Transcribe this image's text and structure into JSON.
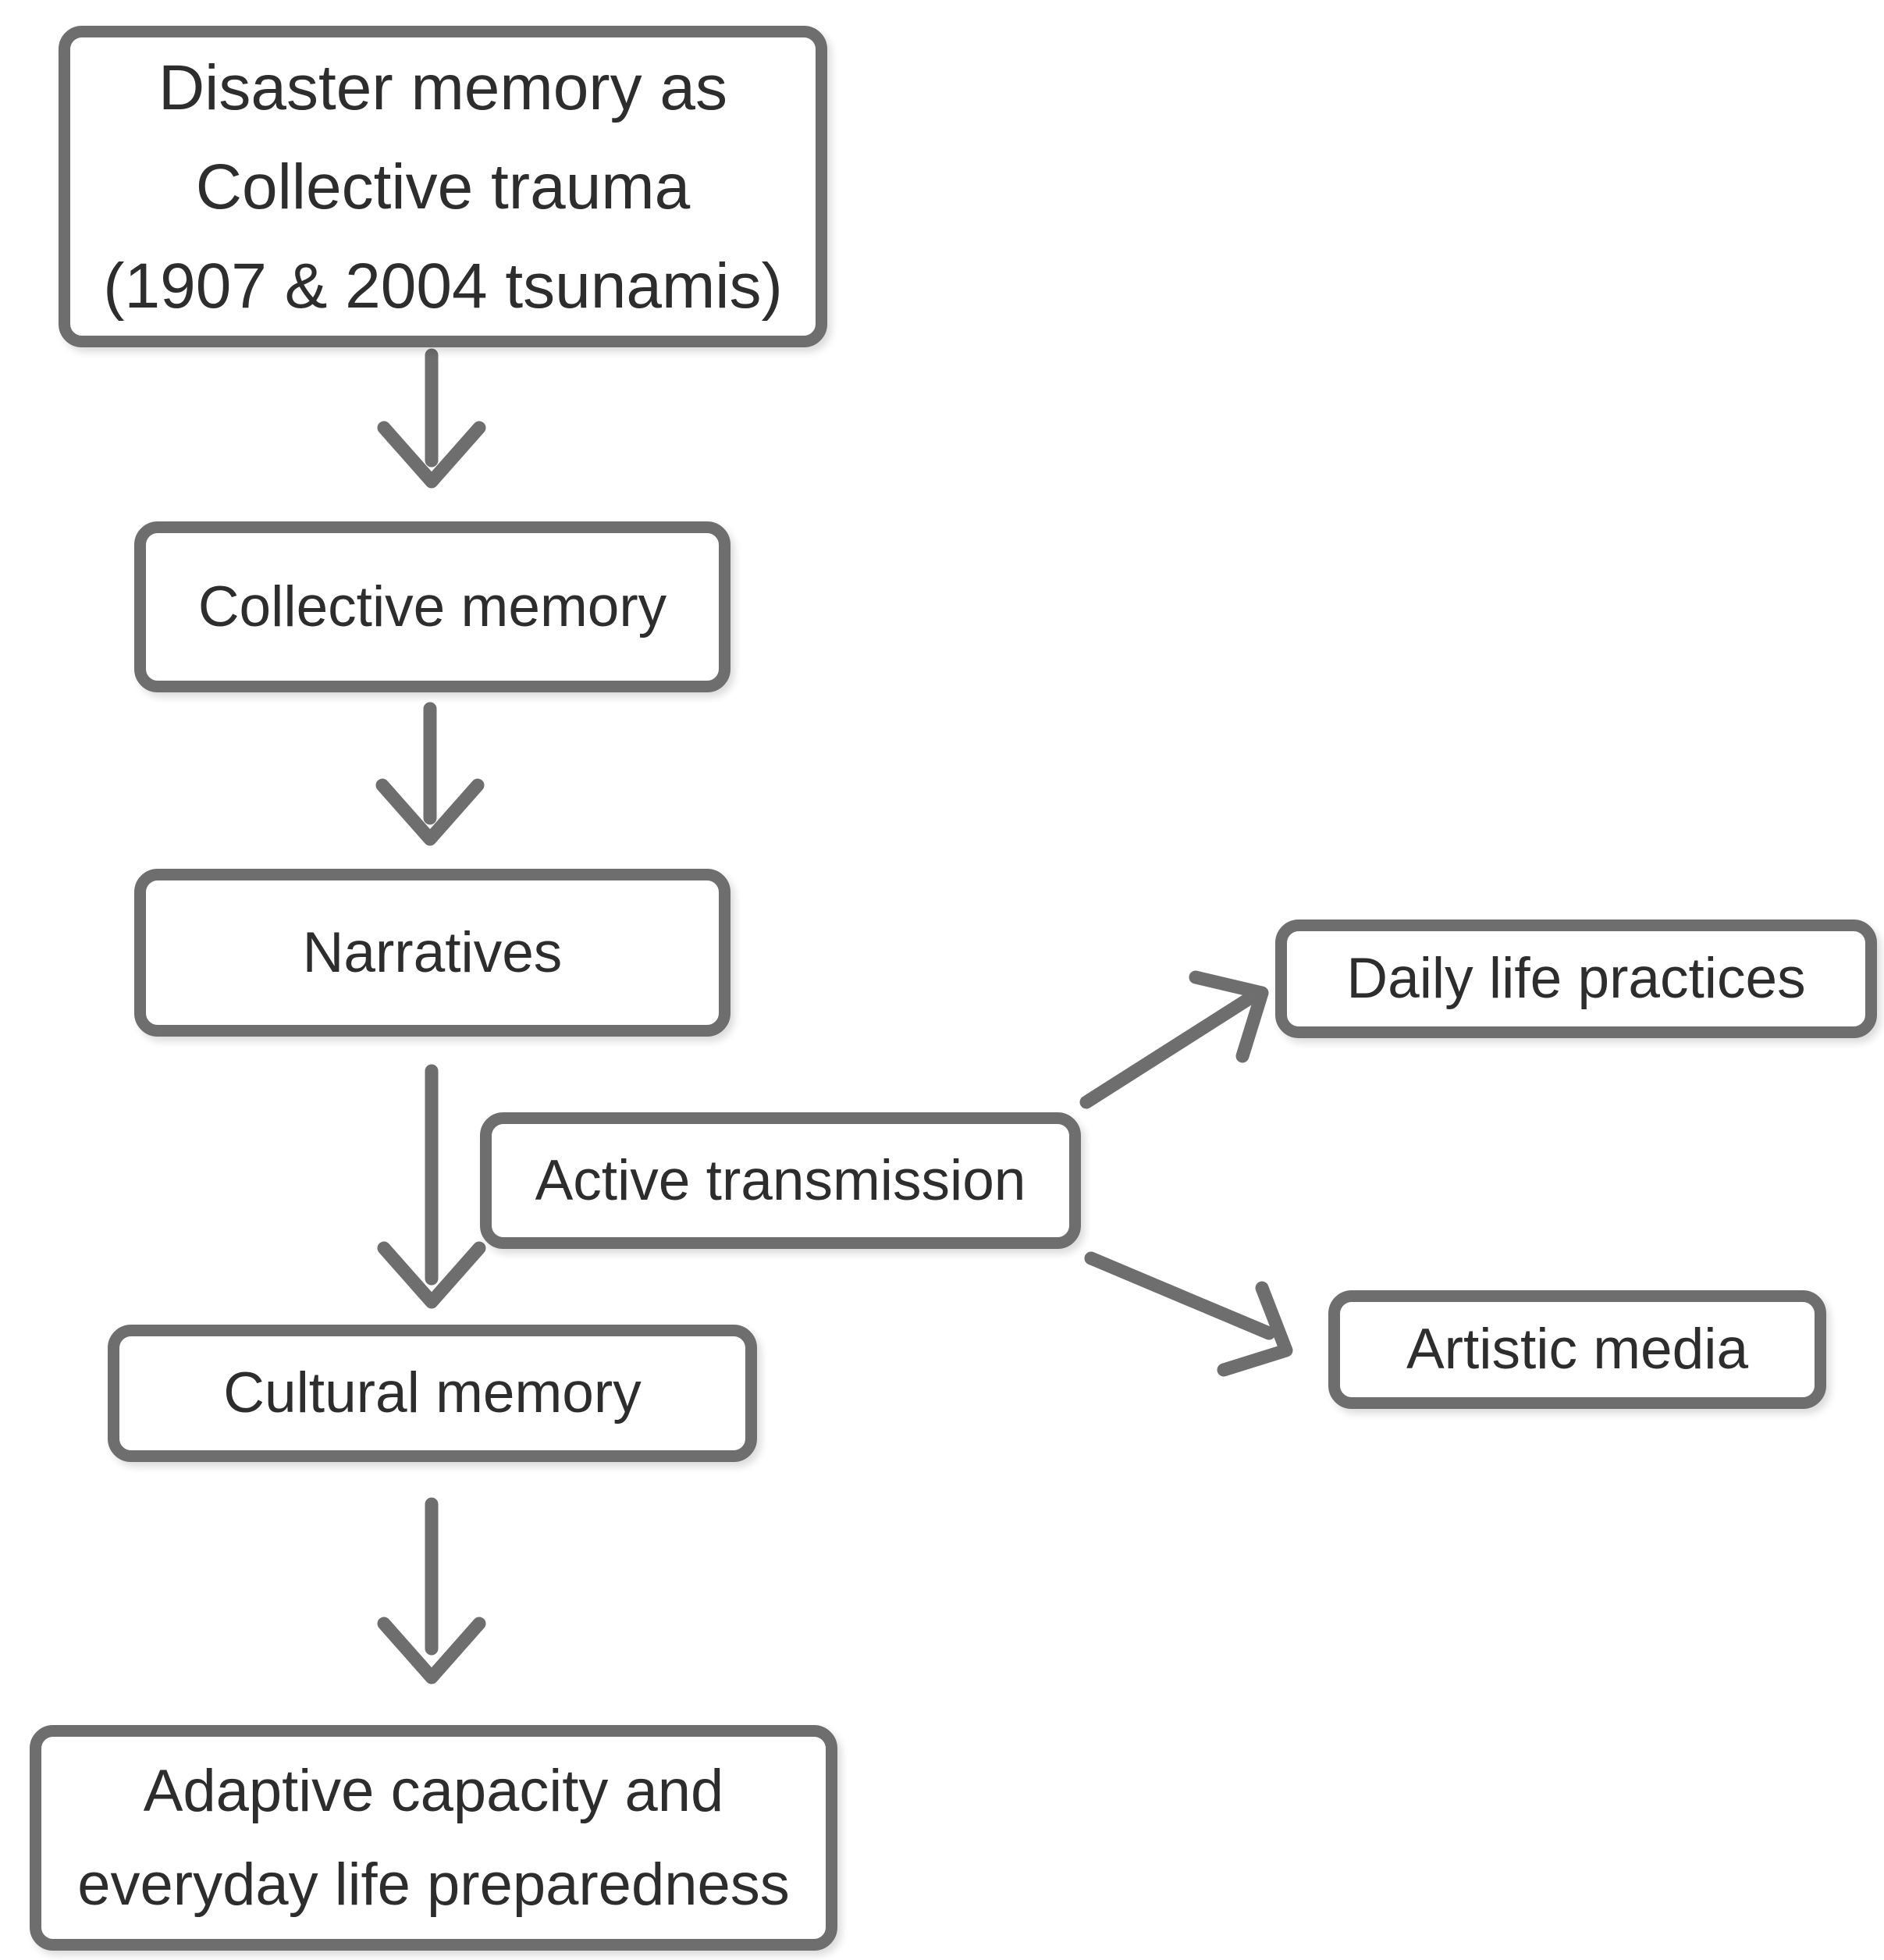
{
  "theme": {
    "stroke_color": "#6e6e6e",
    "text_color": "#2d2d2d",
    "background_color": "#ffffff"
  },
  "diagram": {
    "type": "flowchart",
    "nodes": {
      "disaster": {
        "text": "Disaster memory as\nCollective trauma\n(1907 & 2004 tsunamis)"
      },
      "collective": {
        "text": "Collective memory"
      },
      "narratives": {
        "text": "Narratives"
      },
      "active": {
        "text": "Active transmission"
      },
      "daily": {
        "text": "Daily life practices"
      },
      "artistic": {
        "text": "Artistic media"
      },
      "cultural": {
        "text": "Cultural memory"
      },
      "adaptive": {
        "text": "Adaptive capacity and\neveryday life preparedness"
      }
    },
    "edges": [
      {
        "from": "disaster",
        "to": "collective",
        "style": "arrow-down"
      },
      {
        "from": "collective",
        "to": "narratives",
        "style": "arrow-down"
      },
      {
        "from": "narratives",
        "to": "cultural",
        "style": "arrow-down"
      },
      {
        "from": "cultural",
        "to": "adaptive",
        "style": "arrow-down"
      },
      {
        "from": "active",
        "to": "daily",
        "style": "arrow-diagonal-up-right"
      },
      {
        "from": "active",
        "to": "artistic",
        "style": "arrow-diagonal-down-right"
      }
    ]
  }
}
